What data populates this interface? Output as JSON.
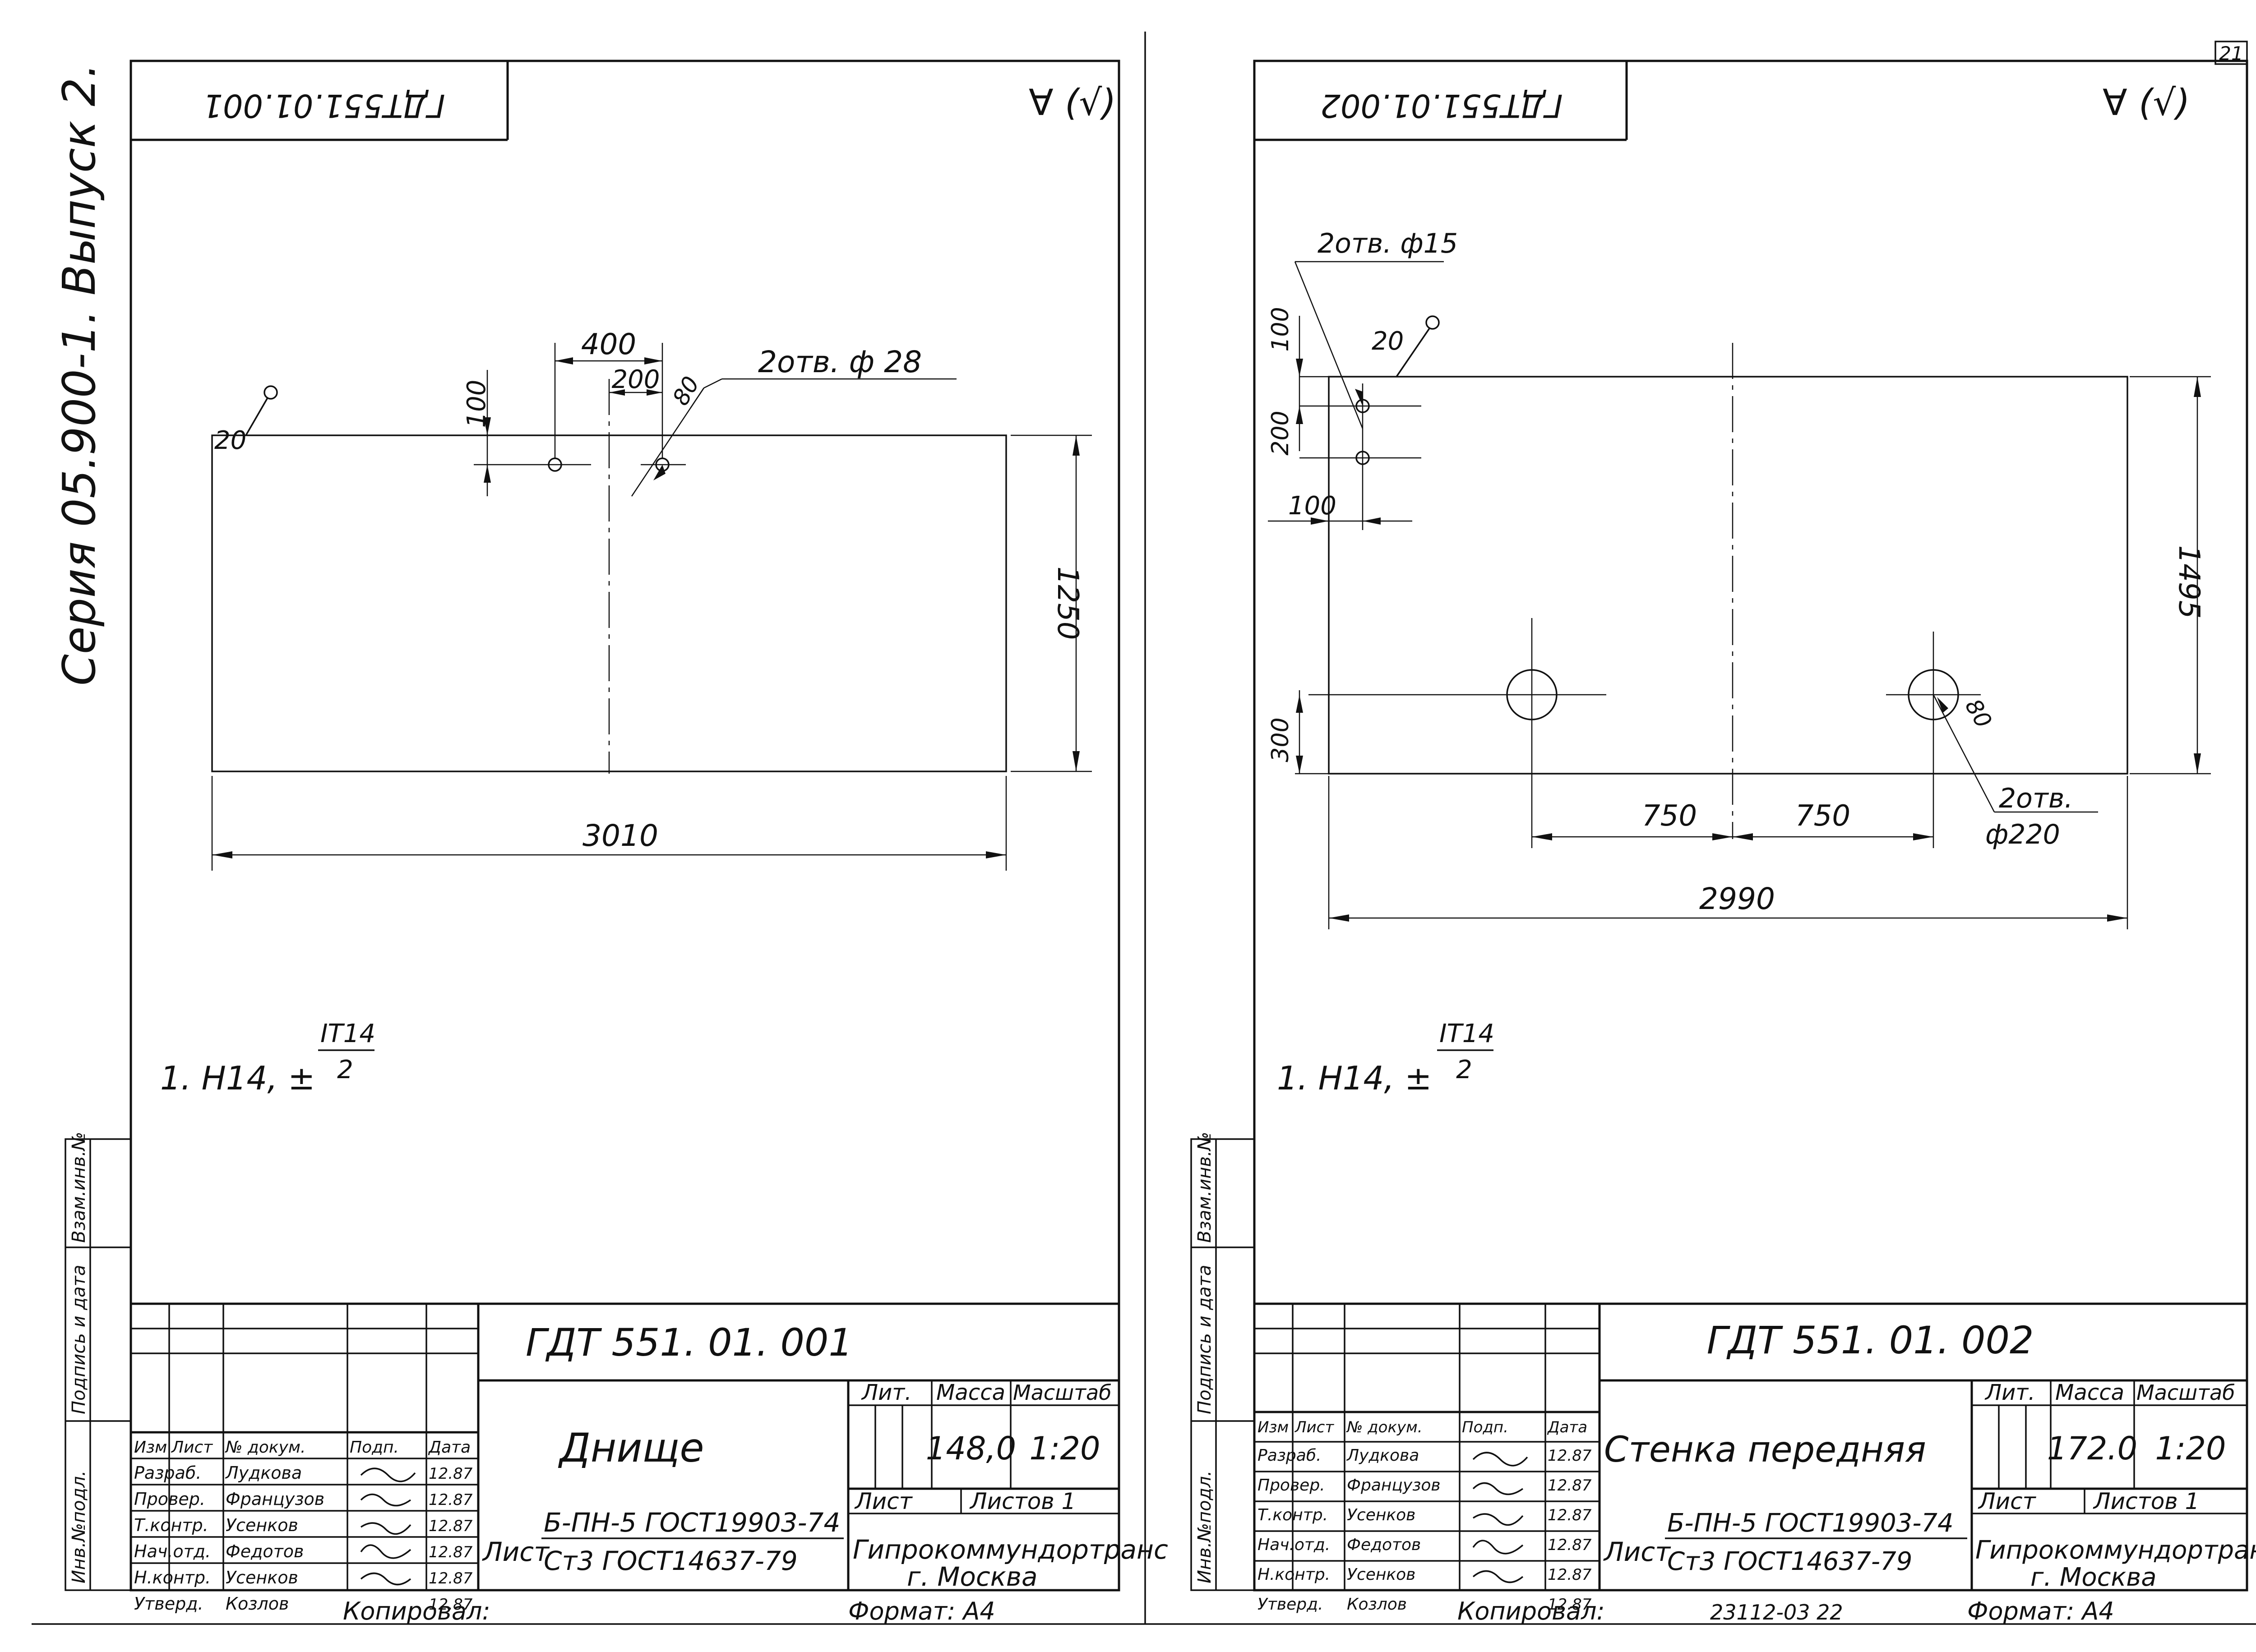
{
  "series_label": "Серия 05.900-1. Выпуск 2.",
  "page_number": "21",
  "surface_symbol": "∀ (√)",
  "note_prefix": "1. Н14, ±",
  "note_numerator": "IT14",
  "note_denominator": "2",
  "side_column": {
    "inv_podl": "Инв.№подл.",
    "sign_date": "Подпись и дата",
    "vzam": "Взам.инв.№"
  },
  "stamp_headers": {
    "izm": "Изм",
    "list": "Лист",
    "doc": "№ докум.",
    "sign": "Подп.",
    "date": "Дата",
    "lit": "Лит.",
    "massa": "Масса",
    "masshtab": "Масштаб",
    "sheet": "Лист",
    "sheets": "Листов 1",
    "list_word": "Лист"
  },
  "staff": [
    {
      "role": "Разраб.",
      "name": "Лудкова",
      "date": "12.87"
    },
    {
      "role": "Провер.",
      "name": "Французов",
      "date": "12.87"
    },
    {
      "role": "Т.контр.",
      "name": "Усенков",
      "date": "12.87"
    },
    {
      "role": "Нач.отд.",
      "name": "Федотов",
      "date": "12.87"
    },
    {
      "role": "Н.контр.",
      "name": "Усенков",
      "date": "12.87"
    },
    {
      "role": "Утверд.",
      "name": "Козлов",
      "date": "12.87"
    }
  ],
  "organization": "Гипрокоммундортранс",
  "city": "г. Москва",
  "copied": "Копировал:",
  "format": "Формат: А4",
  "archive_number": "23112-03   22",
  "left_sheet": {
    "code_mirrored": "ГДТ551.01.001",
    "code": "ГДТ 551. 01. 001",
    "name": "Днище",
    "mass": "148,0",
    "scale": "1:20",
    "material_top": "Б-ПН-5 ГОСТ19903-74",
    "material_bottom": "Ст3 ГОСТ14637-79",
    "dims": {
      "width": "3010",
      "height": "1250",
      "gap": "400",
      "offset": "200",
      "edge": "100",
      "chamfer": "80",
      "holes": "2отв. ф 28",
      "roughness": "20"
    }
  },
  "right_sheet": {
    "code_mirrored": "ГДТ551.01.002",
    "code": "ГДТ 551. 01. 002",
    "name": "Стенка передняя",
    "mass": "172.0",
    "scale": "1:20",
    "material_top": "Б-ПН-5 ГОСТ19903-74",
    "material_bottom": "Ст3 ГОСТ14637-79",
    "dims": {
      "width": "2990",
      "height": "1495",
      "half_left": "750",
      "half_right": "750",
      "v_top": "100",
      "v_mid": "200",
      "h_left": "100",
      "v_low": "300",
      "chamfer": "80",
      "small_holes": "2отв. ф15",
      "big_holes_1": "2отв.",
      "big_holes_2": "ф220",
      "roughness": "20"
    }
  }
}
